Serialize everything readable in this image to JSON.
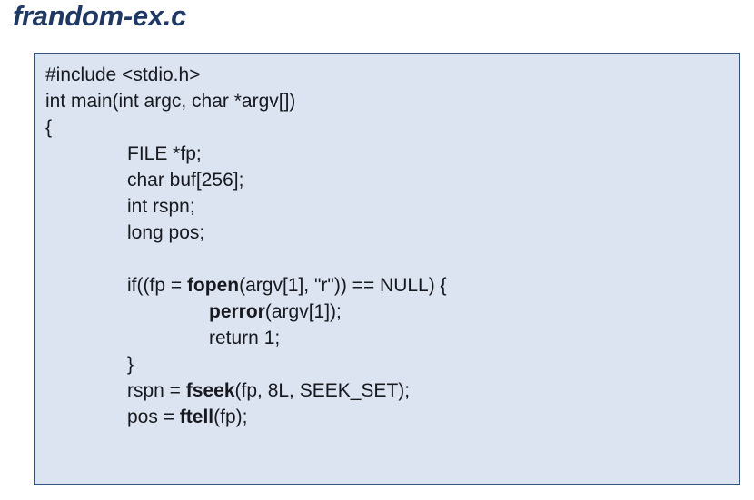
{
  "title": "frandom-ex.c",
  "colors": {
    "page_bg": "#ffffff",
    "title": "#1f3864",
    "code_text": "#17191f",
    "box_fill": "#dce4f1",
    "box_border": "#33527e"
  },
  "code": {
    "lines": [
      {
        "indent": 0,
        "segments": [
          {
            "t": "#include <stdio.h>",
            "b": false
          }
        ]
      },
      {
        "indent": 0,
        "segments": [
          {
            "t": "int main(int argc, char *argv[])",
            "b": false
          }
        ]
      },
      {
        "indent": 0,
        "segments": [
          {
            "t": "{",
            "b": false
          }
        ]
      },
      {
        "indent": 1,
        "segments": [
          {
            "t": "FILE *fp;",
            "b": false
          }
        ]
      },
      {
        "indent": 1,
        "segments": [
          {
            "t": "char buf[256];",
            "b": false
          }
        ]
      },
      {
        "indent": 1,
        "segments": [
          {
            "t": "int rspn;",
            "b": false
          }
        ]
      },
      {
        "indent": 1,
        "segments": [
          {
            "t": "long pos;",
            "b": false
          }
        ]
      },
      {
        "indent": 0,
        "segments": []
      },
      {
        "indent": 1,
        "segments": [
          {
            "t": "if((fp = ",
            "b": false
          },
          {
            "t": "fopen",
            "b": true
          },
          {
            "t": "(argv[1], \"r\")) == NULL) {",
            "b": false
          }
        ]
      },
      {
        "indent": 2,
        "segments": [
          {
            "t": "perror",
            "b": true
          },
          {
            "t": "(argv[1]);",
            "b": false
          }
        ]
      },
      {
        "indent": 2,
        "segments": [
          {
            "t": "return 1;",
            "b": false
          }
        ]
      },
      {
        "indent": 1,
        "segments": [
          {
            "t": "}",
            "b": false
          }
        ]
      },
      {
        "indent": 1,
        "segments": [
          {
            "t": "rspn = ",
            "b": false
          },
          {
            "t": "fseek",
            "b": true
          },
          {
            "t": "(fp, 8L, SEEK_SET);",
            "b": false
          }
        ]
      },
      {
        "indent": 1,
        "segments": [
          {
            "t": "pos = ",
            "b": false
          },
          {
            "t": "ftell",
            "b": true
          },
          {
            "t": "(fp);",
            "b": false
          }
        ]
      }
    ]
  }
}
